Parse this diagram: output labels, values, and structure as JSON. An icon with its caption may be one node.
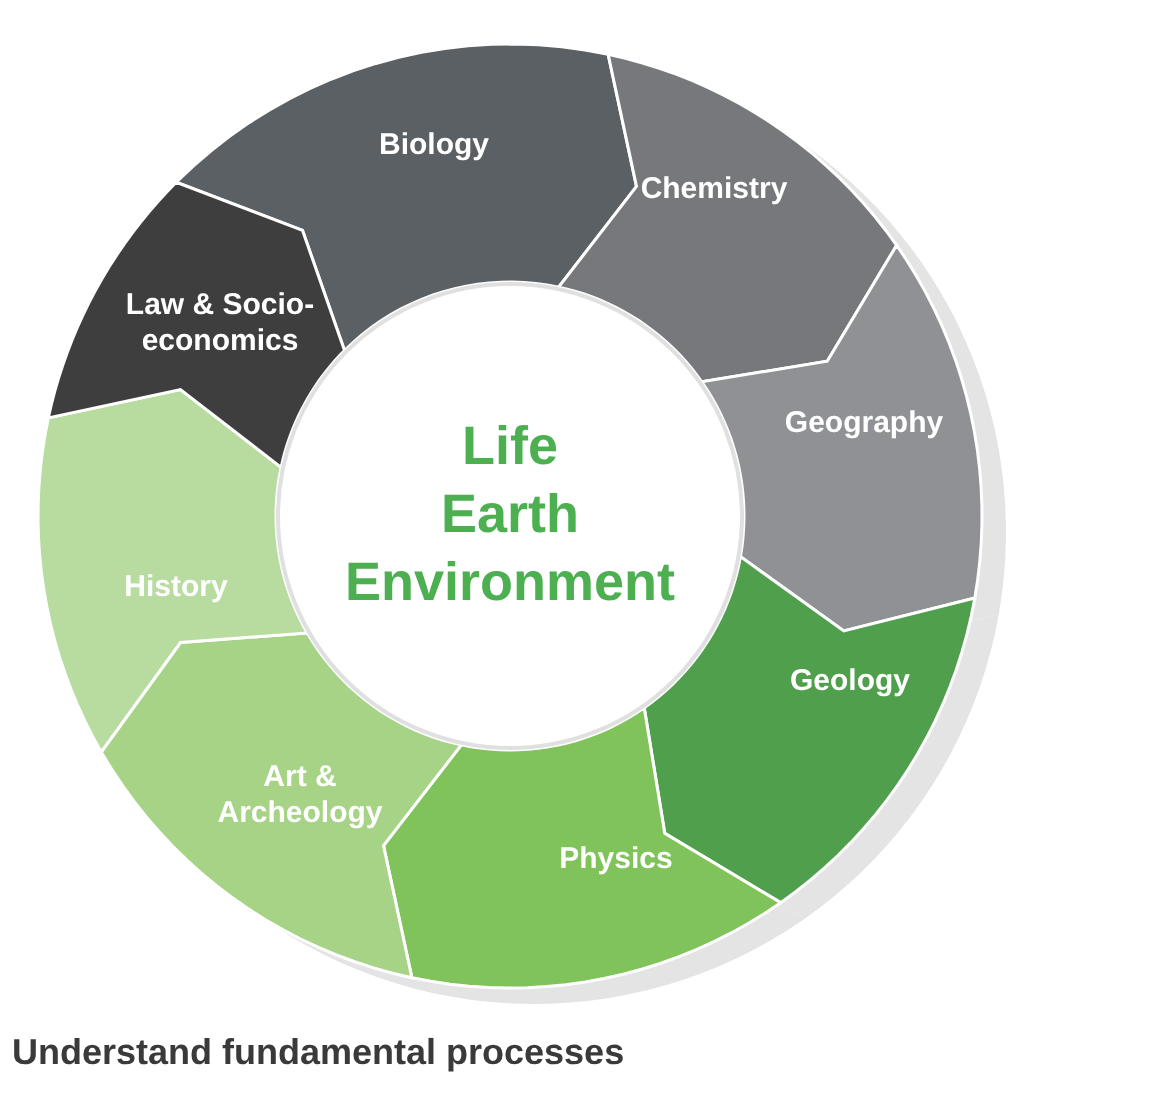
{
  "diagram": {
    "caption": "Understand fundamental processes",
    "nodes": [
      {
        "text": [
          "Biology"
        ]
      },
      {
        "text": [
          "Chemistry"
        ]
      },
      {
        "text": [
          "Geography"
        ]
      },
      {
        "text": [
          "Geology"
        ]
      },
      {
        "text": [
          "Physics"
        ]
      },
      {
        "text": [
          "Art & Archeology"
        ]
      },
      {
        "text": [
          "History"
        ]
      },
      {
        "text": [
          "Law & Socio-economics"
        ]
      },
      {
        "text": [
          "Life Earth Environment"
        ]
      }
    ]
  }
}
